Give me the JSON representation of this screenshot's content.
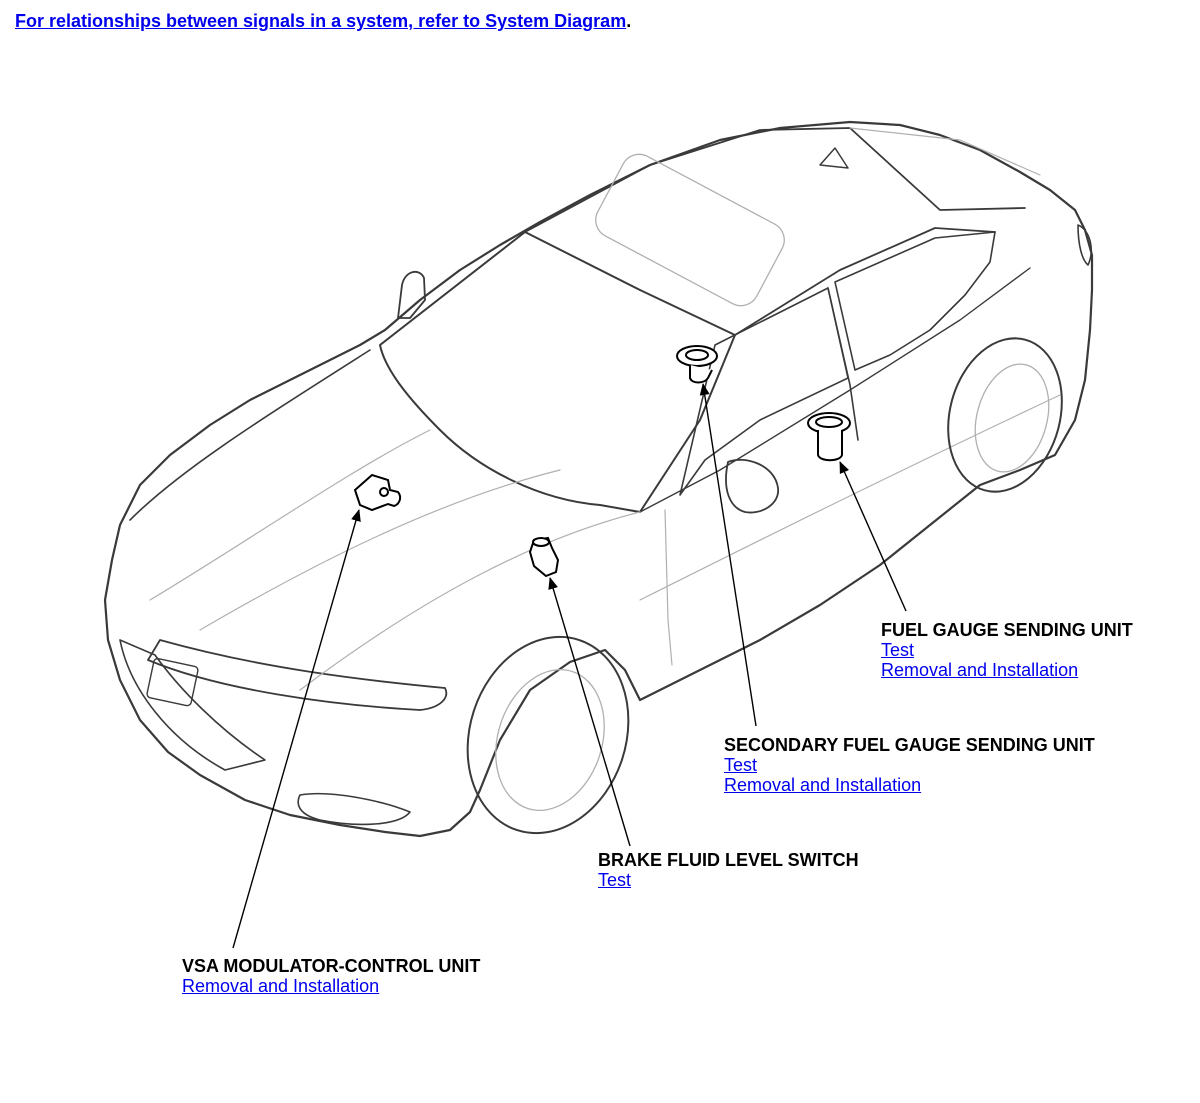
{
  "header": {
    "relationships_link": "For relationships between signals in a system, refer to System Diagram",
    "period": "."
  },
  "callouts": {
    "fuel_gauge": {
      "title": "FUEL GAUGE SENDING UNIT",
      "links": [
        "Test",
        "Removal and Installation"
      ]
    },
    "secondary_fuel_gauge": {
      "title": "SECONDARY FUEL GAUGE SENDING UNIT",
      "links": [
        "Test",
        "Removal and Installation"
      ]
    },
    "brake_fluid": {
      "title": "BRAKE FLUID LEVEL SWITCH",
      "links": [
        "Test"
      ]
    },
    "vsa_modulator": {
      "title": "VSA MODULATOR-CONTROL UNIT",
      "links": [
        "Removal and Installation"
      ]
    }
  },
  "colors": {
    "link": "#0000ee",
    "car_outline": "#3a3a3a",
    "car_detail": "#b0b0b0",
    "leader_line": "#000000"
  }
}
